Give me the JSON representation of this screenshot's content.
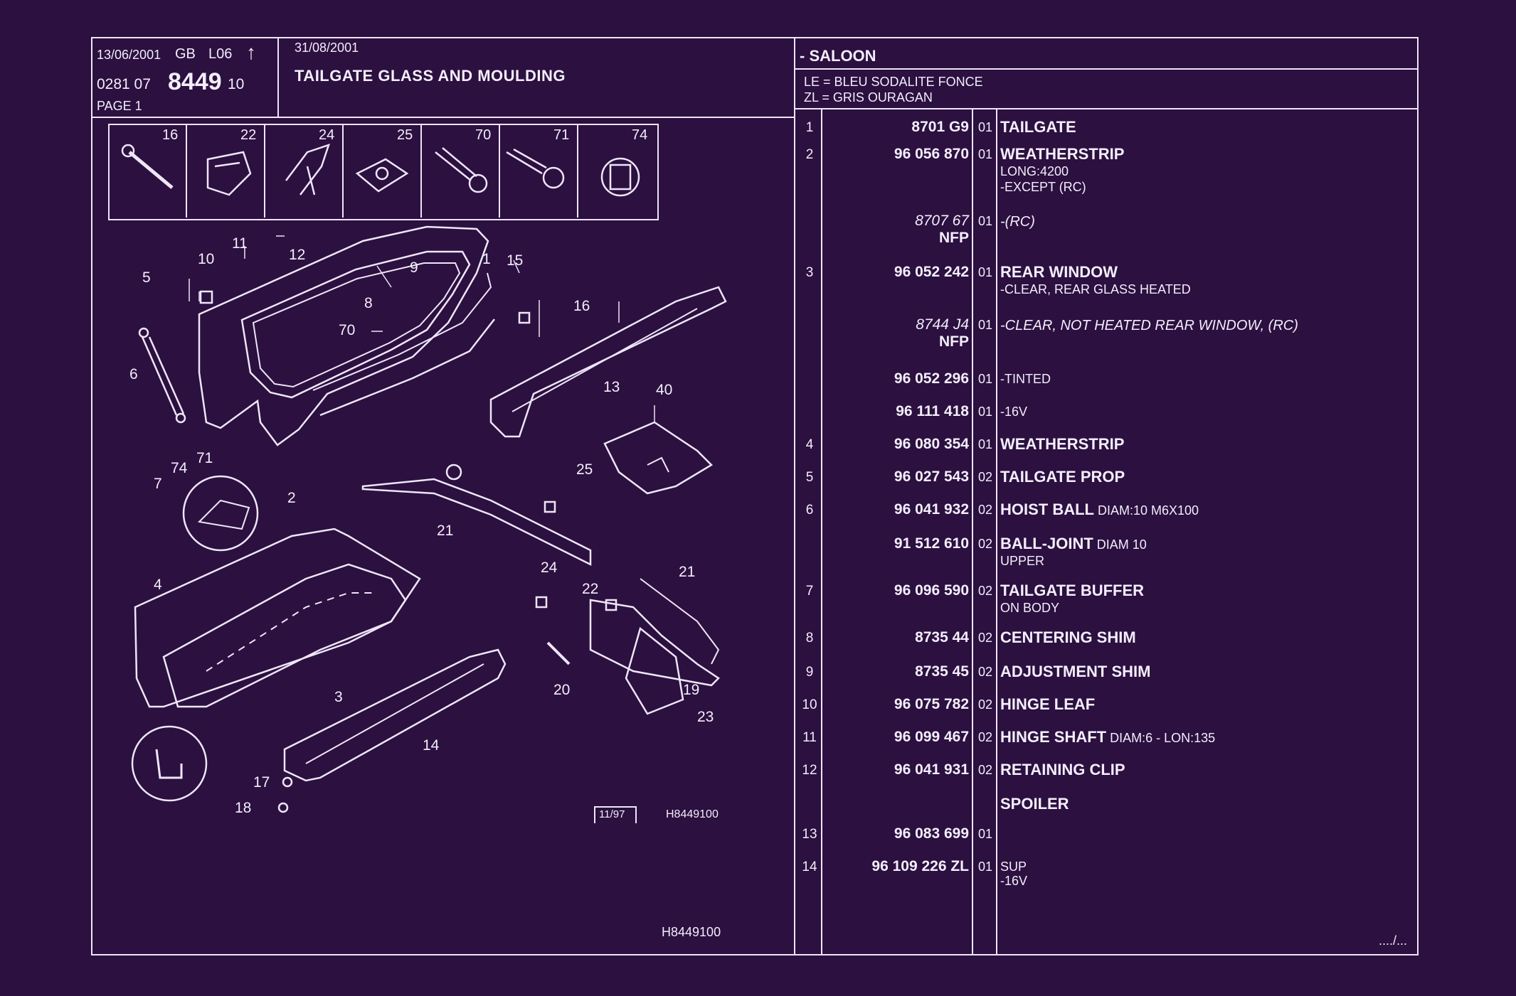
{
  "header": {
    "date1": "13/06/2001",
    "lang": "GB",
    "level": "L06",
    "arrow": "↑",
    "catalog_prefix": "0281 07",
    "catalog_number": "8449",
    "catalog_suffix": "10",
    "page": "PAGE 1",
    "date2": "31/08/2001",
    "title": "TAILGATE GLASS AND MOULDING"
  },
  "variant": {
    "model": "- SALOON",
    "colors": [
      "LE = BLEU SODALITE FONCE",
      "ZL = GRIS OURAGAN"
    ]
  },
  "fasteners": [
    {
      "num": "16",
      "icon": "pin-icon"
    },
    {
      "num": "22",
      "icon": "clip-icon"
    },
    {
      "num": "24",
      "icon": "clip-bracket-icon"
    },
    {
      "num": "25",
      "icon": "nut-plate-icon"
    },
    {
      "num": "70",
      "icon": "bolt-icon"
    },
    {
      "num": "71",
      "icon": "screw-icon"
    },
    {
      "num": "74",
      "icon": "grommet-icon"
    }
  ],
  "diagram": {
    "labels": [
      "1",
      "2",
      "3",
      "4",
      "5",
      "6",
      "7",
      "8",
      "9",
      "10",
      "11",
      "12",
      "13",
      "14",
      "15",
      "16",
      "17",
      "18",
      "19",
      "20",
      "21",
      "21",
      "22",
      "23",
      "24",
      "25",
      "40",
      "70",
      "71",
      "74"
    ],
    "box_code": "11/97",
    "figure_code": "H8449100",
    "footer_code": "H8449100"
  },
  "parts": [
    {
      "num": "1",
      "ref": "8701 G9",
      "qty": "01",
      "name": "TAILGATE",
      "notes": []
    },
    {
      "num": "2",
      "ref": "96 056 870",
      "qty": "01",
      "name": "WEATHERSTRIP",
      "notes": [
        "LONG:4200",
        "-EXCEPT (RC)"
      ]
    },
    {
      "num": "",
      "ref": "8707 67",
      "ref_note": "NFP",
      "qty": "01",
      "name": "",
      "notes": [
        "-(RC)"
      ],
      "italic": true
    },
    {
      "num": "3",
      "ref": "96 052 242",
      "qty": "01",
      "name": "REAR WINDOW",
      "notes": [
        "-CLEAR, REAR GLASS HEATED"
      ]
    },
    {
      "num": "",
      "ref": "8744 J4",
      "ref_note": "NFP",
      "qty": "01",
      "name": "",
      "notes": [
        "-CLEAR, NOT HEATED REAR WINDOW, (RC)"
      ],
      "italic": true
    },
    {
      "num": "",
      "ref": "96 052 296",
      "qty": "01",
      "name": "",
      "notes": [
        "-TINTED"
      ]
    },
    {
      "num": "",
      "ref": "96 111 418",
      "qty": "01",
      "name": "",
      "notes": [
        "-16V"
      ]
    },
    {
      "num": "4",
      "ref": "96 080 354",
      "qty": "01",
      "name": "WEATHERSTRIP",
      "notes": []
    },
    {
      "num": "5",
      "ref": "96 027 543",
      "qty": "02",
      "name": "TAILGATE PROP",
      "notes": []
    },
    {
      "num": "6",
      "ref": "96 041 932",
      "qty": "02",
      "name": "HOIST BALL",
      "inline": "DIAM:10 M6X100",
      "notes": []
    },
    {
      "num": "",
      "ref": "91 512 610",
      "qty": "02",
      "name": "BALL-JOINT",
      "inline": "DIAM 10",
      "notes": [
        "UPPER"
      ]
    },
    {
      "num": "7",
      "ref": "96 096 590",
      "qty": "02",
      "name": "TAILGATE BUFFER",
      "notes": [
        "ON BODY"
      ]
    },
    {
      "num": "8",
      "ref": "8735 44",
      "qty": "02",
      "name": "CENTERING SHIM",
      "notes": []
    },
    {
      "num": "9",
      "ref": "8735 45",
      "qty": "02",
      "name": "ADJUSTMENT SHIM",
      "notes": []
    },
    {
      "num": "10",
      "ref": "96 075 782",
      "qty": "02",
      "name": "HINGE LEAF",
      "notes": []
    },
    {
      "num": "11",
      "ref": "96 099 467",
      "qty": "02",
      "name": "HINGE SHAFT",
      "inline": "DIAM:6 - LON:135",
      "notes": []
    },
    {
      "num": "12",
      "ref": "96 041 931",
      "qty": "02",
      "name": "RETAINING CLIP",
      "notes": []
    },
    {
      "num": "",
      "ref": "",
      "qty": "",
      "name": "SPOILER",
      "notes": []
    },
    {
      "num": "13",
      "ref": "96 083 699",
      "qty": "01",
      "name": "",
      "notes": []
    },
    {
      "num": "14",
      "ref": "96 109 226 ZL",
      "qty": "01",
      "name": "",
      "notes": [
        "SUP",
        "-16V"
      ]
    }
  ],
  "continued": "..../...",
  "colors": {
    "background": "#2b1040",
    "ink": "#f4eefa"
  }
}
